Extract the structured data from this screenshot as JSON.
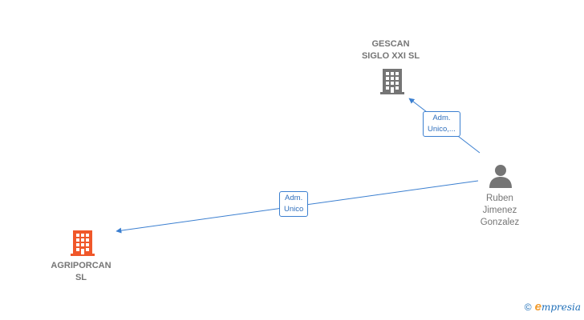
{
  "nodes": {
    "gescan": {
      "line1": "GESCAN",
      "line2": "SIGLO XXI  SL",
      "color": "#757575"
    },
    "agriporcan": {
      "line1": "AGRIPORCAN",
      "line2": "SL",
      "color": "#f0572a"
    },
    "ruben": {
      "line1": "Ruben",
      "line2": "Jimenez",
      "line3": "Gonzalez",
      "color": "#757575"
    }
  },
  "edges": {
    "to_gescan": {
      "line1": "Adm.",
      "line2": "Unico,..."
    },
    "to_agriporcan": {
      "line1": "Adm.",
      "line2": "Unico"
    }
  },
  "colors": {
    "edge": "#3b7fd0"
  },
  "brand": {
    "copyright": "©",
    "e": "e",
    "name": "mpresia"
  }
}
